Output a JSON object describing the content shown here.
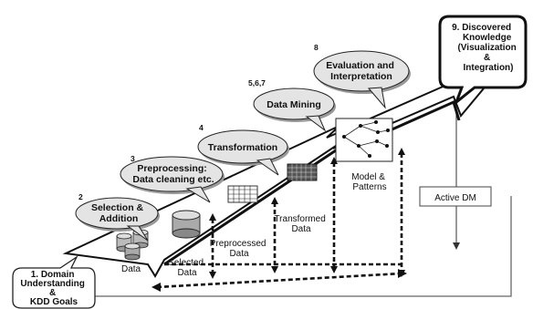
{
  "steps": [
    {
      "number": "2",
      "lines": [
        "Selection &",
        "Addition"
      ]
    },
    {
      "number": "3",
      "lines": [
        "Preprocessing:",
        "Data cleaning etc."
      ]
    },
    {
      "number": "4",
      "lines": [
        "Transformation"
      ]
    },
    {
      "number": "5,6,7",
      "lines": [
        "Data Mining"
      ]
    },
    {
      "number": "8",
      "lines": [
        "Evaluation and",
        "Interpretation"
      ]
    }
  ],
  "start_box": {
    "lines": [
      "1.  Domain",
      "Understanding",
      "&",
      "KDD Goals"
    ]
  },
  "end_box": {
    "lines": [
      "9. Discovered",
      "Knowledge",
      "(Visualization",
      "&",
      "Integration)"
    ]
  },
  "active_dm": "Active DM",
  "data_labels": {
    "data": "Data",
    "selected": [
      "Selected",
      "Data"
    ],
    "preprocessed": [
      "Preprocessed",
      "Data"
    ],
    "transformed": [
      "Transformed",
      "Data"
    ],
    "model": [
      "Model &",
      "Patterns"
    ]
  }
}
